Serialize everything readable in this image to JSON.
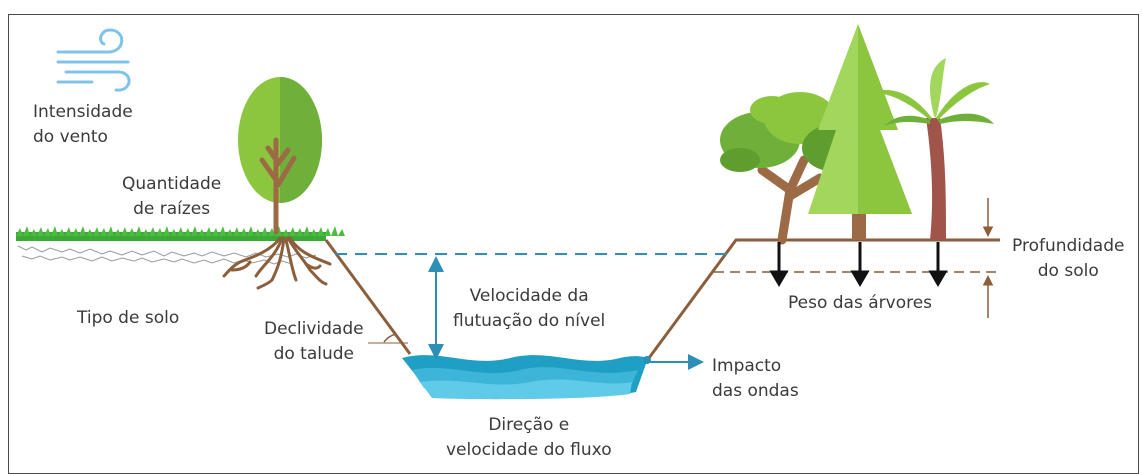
{
  "labels": {
    "wind_1": "Intensidade",
    "wind_2": "do vento",
    "roots_1": "Quantidade",
    "roots_2": "de raízes",
    "soil_type": "Tipo de solo",
    "slope_1": "Declividade",
    "slope_2": "do talude",
    "level_1": "Velocidade da",
    "level_2": "flutuação do nível",
    "flow_1": "Direção e",
    "flow_2": "velocidade do fluxo",
    "waves_1": "Impacto",
    "waves_2": "das ondas",
    "depth_1": "Profundidade",
    "depth_2": "do solo",
    "weight": "Peso das árvores"
  },
  "icons": {
    "wind": "wind-icon",
    "round_tree": "deciduous-tree-icon",
    "broad_tree": "broadleaf-tree-icon",
    "pine": "pine-tree-icon",
    "palm": "palm-tree-icon",
    "water": "water-icon"
  },
  "colors": {
    "bank": "#8b5e3c",
    "grass": "#3aa935",
    "water_dark": "#1f9fc4",
    "water_light": "#5fcbe8",
    "arrow": "#2d8fb5",
    "leaf_light": "#8cc63f",
    "leaf_dark": "#5e9e2f",
    "trunk": "#9c6a45",
    "weight_arrow": "#111111",
    "wind": "#7fc4e8"
  }
}
